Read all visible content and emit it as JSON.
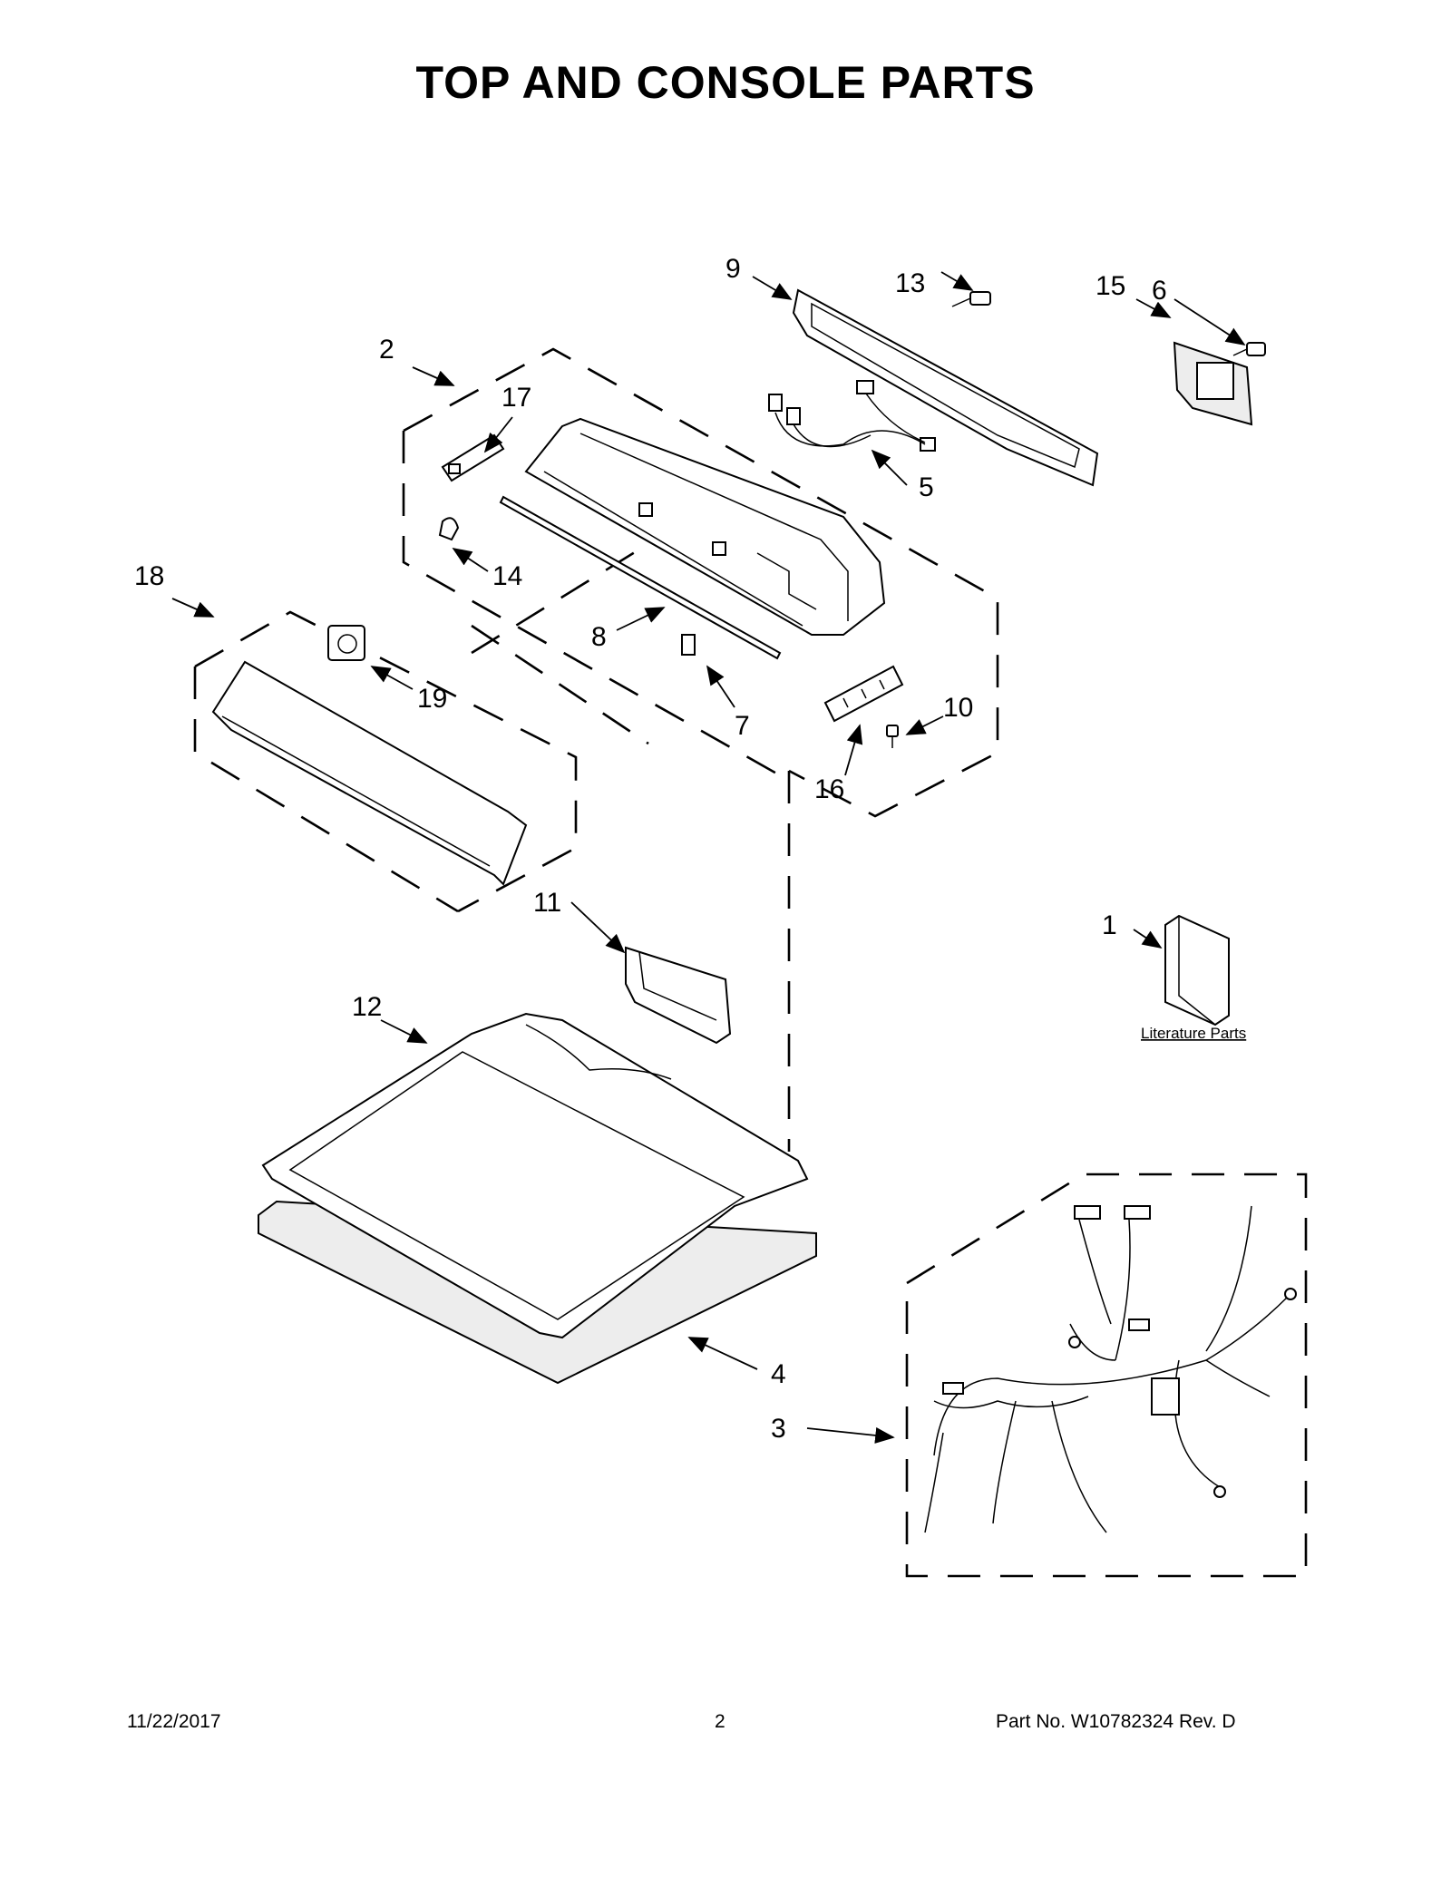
{
  "title": "TOP AND CONSOLE PARTS",
  "callouts": [
    {
      "id": "c1",
      "label": "1"
    },
    {
      "id": "c2",
      "label": "2"
    },
    {
      "id": "c3",
      "label": "3"
    },
    {
      "id": "c4",
      "label": "4"
    },
    {
      "id": "c5",
      "label": "5"
    },
    {
      "id": "c6",
      "label": "6"
    },
    {
      "id": "c7",
      "label": "7"
    },
    {
      "id": "c8",
      "label": "8"
    },
    {
      "id": "c9",
      "label": "9"
    },
    {
      "id": "c10",
      "label": "10"
    },
    {
      "id": "c11",
      "label": "11"
    },
    {
      "id": "c12",
      "label": "12"
    },
    {
      "id": "c13",
      "label": "13"
    },
    {
      "id": "c14",
      "label": "14"
    },
    {
      "id": "c15",
      "label": "15"
    },
    {
      "id": "c16",
      "label": "16"
    },
    {
      "id": "c17",
      "label": "17"
    },
    {
      "id": "c18",
      "label": "18"
    },
    {
      "id": "c19",
      "label": "19"
    }
  ],
  "literature_label": "Literature Parts",
  "footer": {
    "date": "11/22/2017",
    "page": "2",
    "part_no": "Part No.  W10782324  Rev.  D"
  }
}
